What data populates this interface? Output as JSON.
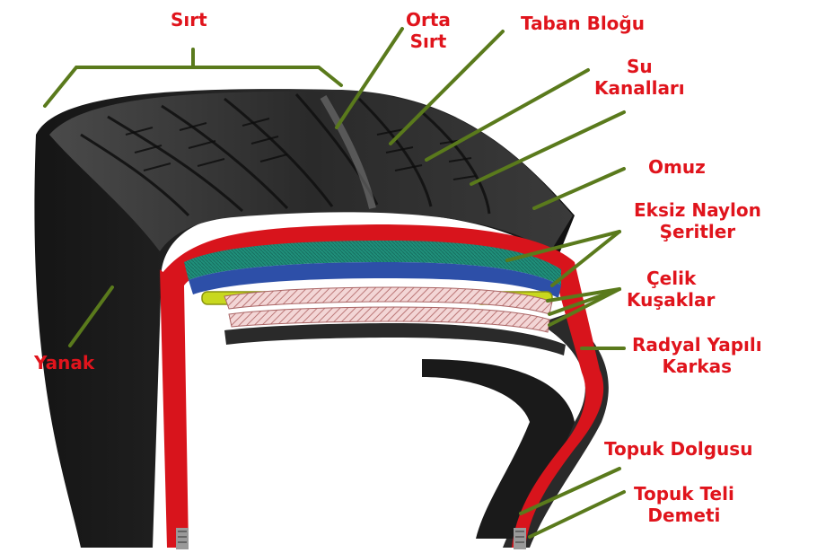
{
  "labels": {
    "sirt": "Sırt",
    "orta_sirt": [
      "Orta",
      "Sırt"
    ],
    "taban_blogu": "Taban Bloğu",
    "su_kanallari": [
      "Su",
      "Kanalları"
    ],
    "omuz": "Omuz",
    "eksiz_naylon": [
      "Eksiz Naylon",
      "Şeritler"
    ],
    "celik": [
      "Çelik",
      "Kuşaklar"
    ],
    "radyal": [
      "Radyal Yapılı",
      "Karkas"
    ],
    "yanak": "Yanak",
    "topuk_dolgusu": "Topuk Dolgusu",
    "topuk_teli": [
      "Topuk Teli",
      "Demeti"
    ]
  },
  "colors": {
    "label": "#e0141c",
    "leader": "#5a7a1c",
    "rubber": "#1e1e1e",
    "inner_liner": "#d8141c",
    "nylon_band": "#1f8f7a",
    "blue_ply": "#2d4fa8",
    "steel_belt_edge": "#c8d81e",
    "belt_hatch": "#e8b8b8"
  }
}
